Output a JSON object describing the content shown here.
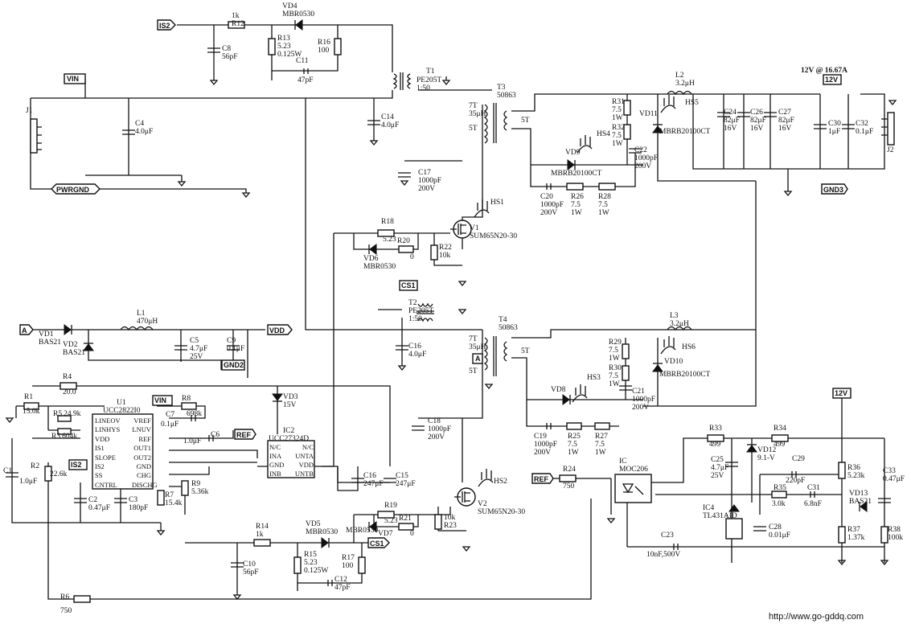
{
  "nets": {
    "is2_top": "IS2",
    "vin": "VIN",
    "pwrgnd": "PWRGND",
    "cs1": "CS1",
    "a": "A",
    "vdd": "VDD",
    "gnd2": "GND2",
    "vin2": "VIN",
    "ref": "REF",
    "is2_ic": "IS2",
    "cs1_bot": "CS1",
    "a2": "A",
    "ref2": "REF",
    "v12": "12V",
    "v12b": "12V",
    "gnd3": "GND3",
    "out_rating": "12V @ 16.67A"
  },
  "components": {
    "r12": [
      "R12",
      "1k"
    ],
    "vd4": [
      "VD4",
      "MBR0530"
    ],
    "r13": [
      "R13",
      "5.23",
      "0.125W"
    ],
    "r16": [
      "R16",
      "100"
    ],
    "c8": [
      "C8",
      "56pF"
    ],
    "c11": [
      "C11",
      "47pF"
    ],
    "t1": [
      "T1",
      "PE205T",
      "1:50"
    ],
    "t3": [
      "T3",
      "50863"
    ],
    "t3w": [
      "7T",
      "35μH",
      "5T",
      "5T"
    ],
    "j1": [
      "J1"
    ],
    "c4": [
      "C4",
      "4.0μF"
    ],
    "c14": [
      "C14",
      "4.0μF"
    ],
    "r31": [
      "R31",
      "7.5",
      "1W"
    ],
    "r32": [
      "R32",
      "7.5",
      "1W"
    ],
    "hs4": "HS4",
    "hs5": "HS5",
    "vd11": [
      "VD11",
      "MBRB20100CT"
    ],
    "l2": [
      "L2",
      "3.2μH"
    ],
    "c24": [
      "C24",
      "82μF",
      "16V"
    ],
    "c26": [
      "C26",
      "82μF",
      "16V"
    ],
    "c27": [
      "C27",
      "82μF",
      "16V"
    ],
    "c30": [
      "C30",
      "1μF"
    ],
    "c32": [
      "C32",
      "0.1μF"
    ],
    "j2": "J2",
    "vd9": [
      "VD9",
      "MBRB20100CT"
    ],
    "c22": [
      "C22",
      "1000pF",
      "200V"
    ],
    "c17": [
      "C17",
      "1000pF",
      "200V"
    ],
    "c20": [
      "C20",
      "1000pF",
      "200V"
    ],
    "r26": [
      "R26",
      "7.5",
      "1W"
    ],
    "r28": [
      "R28",
      "7.5",
      "1W"
    ],
    "hs1": "HS1",
    "v1": [
      "V1",
      "SUM65N20-30"
    ],
    "r18": [
      "R18",
      "5.23"
    ],
    "r20": [
      "R20",
      "0"
    ],
    "r22": [
      "R22",
      "10k"
    ],
    "vd6": [
      "VD6",
      "MBR0530"
    ],
    "t2": [
      "T2",
      "PE205T",
      "1:50"
    ],
    "l1": [
      "L1",
      "470μH"
    ],
    "vd1": [
      "VD1",
      "BAS21"
    ],
    "vd2": [
      "VD2",
      "BAS21"
    ],
    "c5": [
      "C5",
      "4.7μF",
      "25V"
    ],
    "c9": [
      "C9",
      "0.1μF"
    ],
    "c16": [
      "C16",
      "4.0μF"
    ],
    "t4": [
      "T4",
      "50863"
    ],
    "t4w": [
      "7T",
      "35μH",
      "5T",
      "5T"
    ],
    "l3": [
      "L3",
      "3.2μH"
    ],
    "r29": [
      "R29",
      "7.5",
      "1W"
    ],
    "r30": [
      "R30",
      "7.5",
      "1W"
    ],
    "hs6": "HS6",
    "vd10": [
      "VD10",
      "MBRB20100CT"
    ],
    "hs3": "HS3",
    "vd8": "VD8",
    "c21": [
      "C21",
      "1000pF",
      "200V"
    ],
    "r4": [
      "R4",
      "20.0"
    ],
    "r1": [
      "R1",
      "15.0k"
    ],
    "r5": [
      "R5",
      "24.9k"
    ],
    "r3": [
      "R3",
      "604k"
    ],
    "u1": [
      "U1",
      "UCC2822I0"
    ],
    "u1pins_l": [
      "LINEOV",
      "LINHYS",
      "VDD",
      "IS1",
      "SLOPE",
      "IS2",
      "SS",
      "CNTRL"
    ],
    "u1pins_r": [
      "VREF",
      "LNUV",
      "REF",
      "OUT1",
      "OUT2",
      "GND",
      "CHG",
      "DISCHG"
    ],
    "r8": [
      "R8",
      "698k"
    ],
    "c7": [
      "C7",
      "0.1μF"
    ],
    "c6": [
      "C6",
      "1.0μF"
    ],
    "vd3": [
      "VD3",
      "15V"
    ],
    "ic2": [
      "IC2",
      "UCC27324D"
    ],
    "ic2pins_l": [
      "N/C",
      "INA",
      "GND",
      "INB"
    ],
    "ic2pins_r": [
      "N/C",
      "UNTA",
      "VDD",
      "UNTB"
    ],
    "c1": [
      "C1",
      "1.0μF"
    ],
    "r2": [
      "R2",
      "22.6k"
    ],
    "c2": [
      "C2",
      "0.47μF"
    ],
    "c3": [
      "C3",
      "180pF"
    ],
    "r7": [
      "R7",
      "15.4k"
    ],
    "r9": [
      "R9",
      "5.36k"
    ],
    "c18": [
      "C18",
      "1000pF",
      "200V"
    ],
    "c19": [
      "C19",
      "1000pF",
      "200V"
    ],
    "r25": [
      "R25",
      "7.5",
      "1W"
    ],
    "r27": [
      "R27",
      "7.5",
      "1W"
    ],
    "c15": [
      "C15",
      "247μF"
    ],
    "c16b": [
      "C16",
      "247μF"
    ],
    "r19": [
      "R19",
      "5.23"
    ],
    "r21": [
      "R21",
      "0"
    ],
    "r23": [
      "R23",
      "10k"
    ],
    "vd5": [
      "VD5",
      "MBR0530"
    ],
    "vd7": [
      "VD7",
      "MBR0530"
    ],
    "hs2": "HS2",
    "v2": [
      "V2",
      "SUM65N20-30"
    ],
    "r14": [
      "R14",
      "1k"
    ],
    "r15": [
      "R15",
      "5.23",
      "0.125W"
    ],
    "r17": [
      "R17",
      "100"
    ],
    "c10": [
      "C10",
      "56pF"
    ],
    "c12": [
      "C12",
      "47pF"
    ],
    "r6": [
      "R6",
      "750"
    ],
    "r24": [
      "R24",
      "750"
    ],
    "ic": [
      "IC",
      "MOC206"
    ],
    "r33": [
      "R33",
      "499"
    ],
    "r34": [
      "R34",
      "499"
    ],
    "c25": [
      "C25",
      "4.7μF",
      "25V"
    ],
    "vd12": [
      "VD12",
      "9.1-V"
    ],
    "c29": [
      "C29",
      "220pF"
    ],
    "r35": [
      "R35",
      "3.0k"
    ],
    "c31": [
      "C31",
      "6.8nF"
    ],
    "ic4": [
      "IC4",
      "TL431AID"
    ],
    "c28": [
      "C28",
      "0.01μF"
    ],
    "c23": [
      "C23",
      "10nF,500V"
    ],
    "r36": [
      "R36",
      "5.23k"
    ],
    "c33": [
      "C33",
      "0.47μF"
    ],
    "vd13": [
      "VD13",
      "BAS21"
    ],
    "r37": [
      "R37",
      "1.37k"
    ],
    "r38": [
      "R38",
      "100k"
    ]
  },
  "watermark": "http://www.go-gddq.com"
}
